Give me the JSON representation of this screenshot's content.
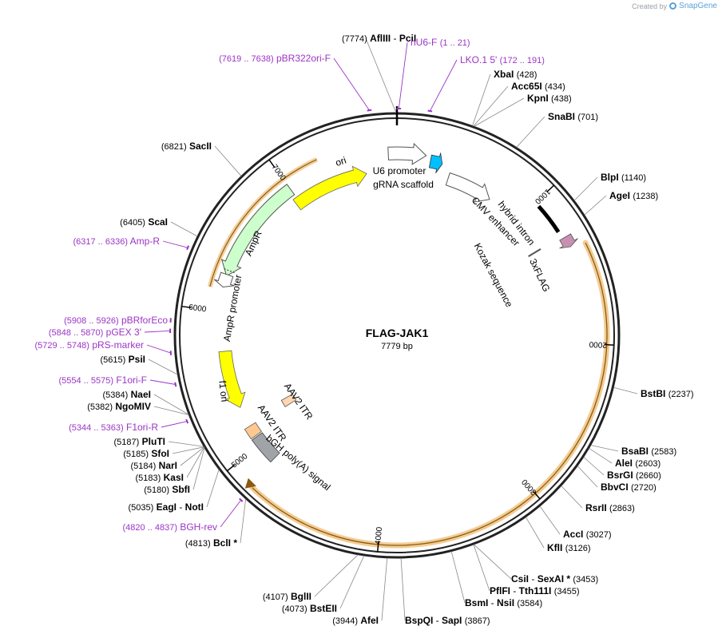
{
  "credit": {
    "created_by": "Created by",
    "brand": "SnapGene"
  },
  "plasmid": {
    "name": "FLAG-JAK1",
    "size_label": "7779 bp",
    "length": 7779
  },
  "colors": {
    "backbone": "#222222",
    "enzyme": "#000000",
    "primer": "#9b35c6",
    "orf_highlight": "#e9a23b"
  },
  "ticks": [
    {
      "pos": 1000,
      "label": "1000"
    },
    {
      "pos": 2000,
      "label": "2000"
    },
    {
      "pos": 3000,
      "label": "3000"
    },
    {
      "pos": 4000,
      "label": "4000"
    },
    {
      "pos": 5000,
      "label": "5000"
    },
    {
      "pos": 6000,
      "label": "6000"
    },
    {
      "pos": 7000,
      "label": "7000"
    }
  ],
  "enzymes": [
    {
      "name": "AflIII",
      "extra": "PciI",
      "pos_label": "(7774)",
      "pos": 7774,
      "side": "left"
    },
    {
      "name": "XbaI",
      "pos_label": "(428)",
      "pos": 428,
      "side": "right"
    },
    {
      "name": "Acc65I",
      "pos_label": "(434)",
      "pos": 434,
      "side": "right"
    },
    {
      "name": "KpnI",
      "pos_label": "(438)",
      "pos": 438,
      "side": "right"
    },
    {
      "name": "SnaBI",
      "pos_label": "(701)",
      "pos": 701,
      "side": "right"
    },
    {
      "name": "BlpI",
      "pos_label": "(1140)",
      "pos": 1140,
      "side": "right"
    },
    {
      "name": "AgeI",
      "pos_label": "(1238)",
      "pos": 1238,
      "side": "right"
    },
    {
      "name": "BstBI",
      "pos_label": "(2237)",
      "pos": 2237,
      "side": "right"
    },
    {
      "name": "BsaBI",
      "pos_label": "(2583)",
      "pos": 2583,
      "side": "right"
    },
    {
      "name": "AleI",
      "pos_label": "(2603)",
      "pos": 2603,
      "side": "right"
    },
    {
      "name": "BsrGI",
      "pos_label": "(2660)",
      "pos": 2660,
      "side": "right"
    },
    {
      "name": "BbvCI",
      "pos_label": "(2720)",
      "pos": 2720,
      "side": "right"
    },
    {
      "name": "RsrII",
      "pos_label": "(2863)",
      "pos": 2863,
      "side": "right"
    },
    {
      "name": "AccI",
      "pos_label": "(3027)",
      "pos": 3027,
      "side": "right"
    },
    {
      "name": "KflI",
      "pos_label": "(3126)",
      "pos": 3126,
      "side": "right"
    },
    {
      "name": "CsiI",
      "extra": "SexAI *",
      "pos_label": "(3453)",
      "pos": 3453,
      "side": "right"
    },
    {
      "name": "PflFI",
      "extra": "Tth111I",
      "pos_label": "(3455)",
      "pos": 3455,
      "side": "right"
    },
    {
      "name": "BsmI",
      "extra": "NsiI",
      "pos_label": "(3584)",
      "pos": 3584,
      "side": "right"
    },
    {
      "name": "BspQI",
      "extra": "SapI",
      "pos_label": "(3867)",
      "pos": 3867,
      "side": "right"
    },
    {
      "name": "AfeI",
      "pos_label": "(3944)",
      "pos": 3944,
      "side": "left"
    },
    {
      "name": "BstEII",
      "pos_label": "(4073)",
      "pos": 4073,
      "side": "left"
    },
    {
      "name": "BglII",
      "pos_label": "(4107)",
      "pos": 4107,
      "side": "left"
    },
    {
      "name": "BclI *",
      "pos_label": "(4813)",
      "pos": 4813,
      "side": "left"
    },
    {
      "name": "EagI",
      "extra": "NotI",
      "pos_label": "(5035)",
      "pos": 5035,
      "side": "left"
    },
    {
      "name": "SbfI",
      "pos_label": "(5180)",
      "pos": 5180,
      "side": "left"
    },
    {
      "name": "KasI",
      "pos_label": "(5183)",
      "pos": 5183,
      "side": "left"
    },
    {
      "name": "NarI",
      "pos_label": "(5184)",
      "pos": 5184,
      "side": "left"
    },
    {
      "name": "SfoI",
      "pos_label": "(5185)",
      "pos": 5185,
      "side": "left"
    },
    {
      "name": "PluTI",
      "pos_label": "(5187)",
      "pos": 5187,
      "side": "left"
    },
    {
      "name": "NgoMIV",
      "pos_label": "(5382)",
      "pos": 5382,
      "side": "left"
    },
    {
      "name": "NaeI",
      "pos_label": "(5384)",
      "pos": 5384,
      "side": "left"
    },
    {
      "name": "PsiI",
      "pos_label": "(5615)",
      "pos": 5615,
      "side": "left"
    },
    {
      "name": "ScaI",
      "pos_label": "(6405)",
      "pos": 6405,
      "side": "left"
    },
    {
      "name": "SacII",
      "pos_label": "(6821)",
      "pos": 6821,
      "side": "left"
    }
  ],
  "primers": [
    {
      "name": "hU6-F",
      "range": "(1 .. 21)",
      "pos": 10
    },
    {
      "name": "LKO.1 5'",
      "range": "(172 .. 191)",
      "pos": 181
    },
    {
      "name": "pBR322ori-F",
      "range": "(7619 .. 7638)",
      "pos": 7628
    },
    {
      "name": "Amp-R",
      "range": "(6317 .. 6336)",
      "pos": 6326
    },
    {
      "name": "pBRforEco",
      "range": "(5908 .. 5926)",
      "pos": 5917
    },
    {
      "name": "pGEX 3'",
      "range": "(5848 .. 5870)",
      "pos": 5859
    },
    {
      "name": "pRS-marker",
      "range": "(5729 .. 5748)",
      "pos": 5738
    },
    {
      "name": "F1ori-F",
      "range": "(5554 .. 5575)",
      "pos": 5564
    },
    {
      "name": "F1ori-R",
      "range": "(5344 .. 5363)",
      "pos": 5353
    },
    {
      "name": "BGH-rev",
      "range": "(4820 .. 4837)",
      "pos": 4828
    }
  ],
  "features": [
    {
      "name": "ori",
      "start": 6970,
      "end": 7550,
      "direction": "forward",
      "color": "#ffff00"
    },
    {
      "name": "U6 promoter",
      "start": 7720,
      "end": 200,
      "direction": "forward",
      "color": "#ffffff"
    },
    {
      "name": "gRNA scaffold",
      "start": 235,
      "end": 320,
      "direction": "forward",
      "color": "#00bfff"
    },
    {
      "name": "CMV enhancer",
      "start": 390,
      "end": 740,
      "direction": "forward",
      "color": "#ffffff"
    },
    {
      "name": "hybrid intron",
      "start": 1000,
      "end": 1250,
      "direction": "none",
      "color": "#000000"
    },
    {
      "name": "3xFLAG",
      "start": 1290,
      "end": 1360,
      "direction": "forward",
      "color": "#c890b0"
    },
    {
      "name": "Kozak sequence",
      "pos": 1275,
      "direction": "none",
      "color": "#555555"
    },
    {
      "name": "AmpR",
      "start": 6250,
      "end": 7000,
      "direction": "reverse",
      "color": "#ccffcc"
    },
    {
      "name": "AmpR promoter",
      "start": 6170,
      "end": 6250,
      "direction": "reverse",
      "color": "#ffffff"
    },
    {
      "name": "f1 ori",
      "start": 5300,
      "end": 5720,
      "direction": "reverse",
      "color": "#ffff00"
    },
    {
      "name": "AAV2 ITR",
      "start": 5070,
      "end": 5160,
      "direction": "none",
      "color": "#ffd7b0"
    },
    {
      "name": "AAV2 ITR",
      "start": 5070,
      "end": 5160,
      "direction": "none",
      "color": "#ffd7b0"
    },
    {
      "name": "bGH poly(A) signal",
      "start": 4840,
      "end": 5060,
      "direction": "none",
      "color": "#a0a4a8"
    }
  ],
  "orf": {
    "start": 1380,
    "end": 4830
  }
}
